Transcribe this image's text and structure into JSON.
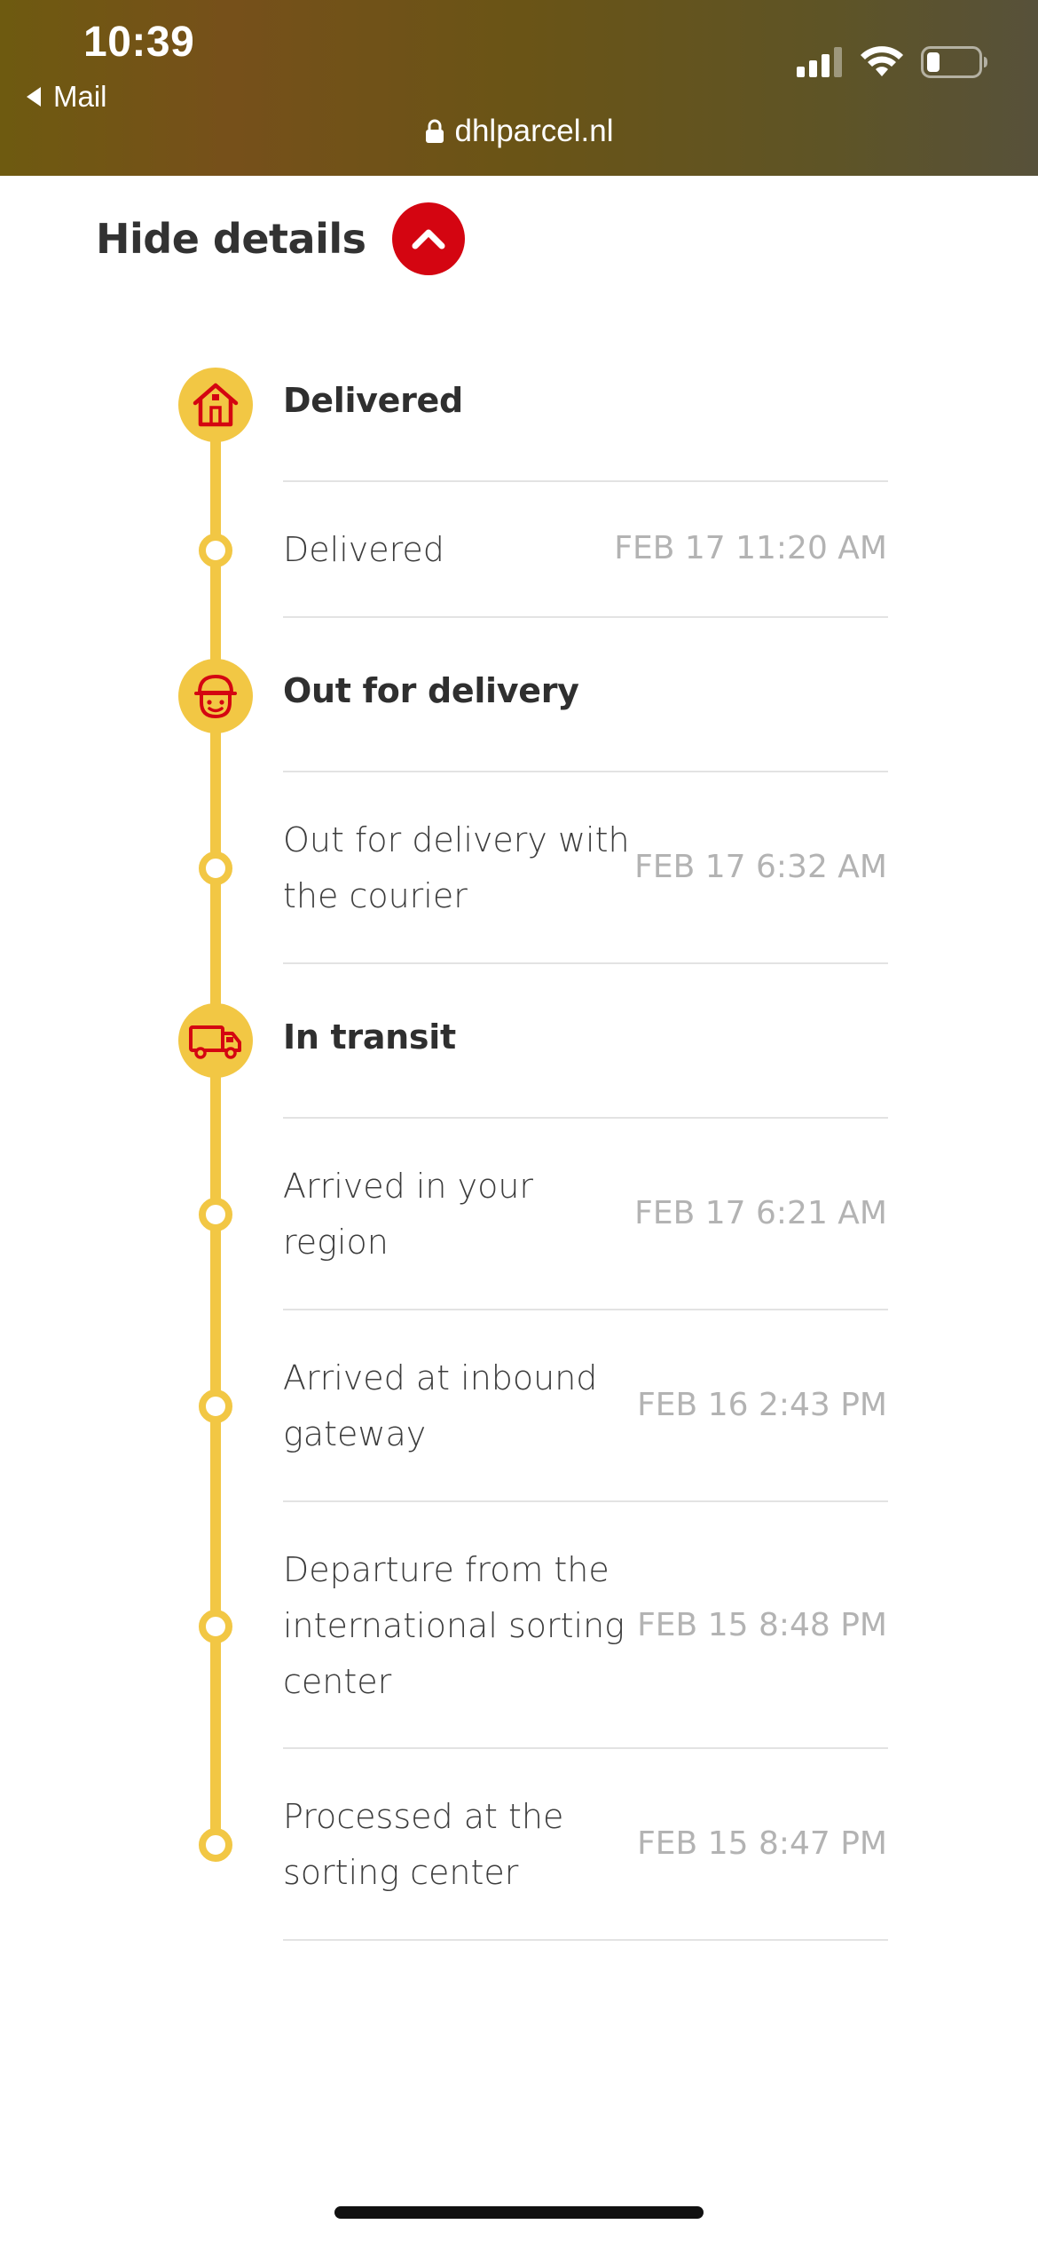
{
  "status_bar": {
    "time": "10:39",
    "back_label": "Mail",
    "url": "dhlparcel.nl"
  },
  "details": {
    "toggle_label": "Hide details"
  },
  "colors": {
    "timeline": "#f2c744",
    "accent_red": "#d40511"
  },
  "timeline": {
    "stages": [
      {
        "title": "Delivered",
        "icon": "house-icon"
      },
      {
        "title": "Out for delivery",
        "icon": "courier-icon"
      },
      {
        "title": "In transit",
        "icon": "truck-icon"
      }
    ],
    "events": [
      {
        "text": "Delivered",
        "time": "FEB 17 11:20 AM"
      },
      {
        "text": "Out for delivery with the courier",
        "time": "FEB 17 6:32 AM"
      },
      {
        "text": "Arrived in your region",
        "time": "FEB 17 6:21 AM"
      },
      {
        "text": "Arrived at inbound gateway",
        "time": "FEB 16 2:43 PM"
      },
      {
        "text": "Departure from the international sorting center",
        "time": "FEB 15 8:48 PM"
      },
      {
        "text": "Processed at the sorting center",
        "time": "FEB 15 8:47 PM"
      }
    ]
  }
}
